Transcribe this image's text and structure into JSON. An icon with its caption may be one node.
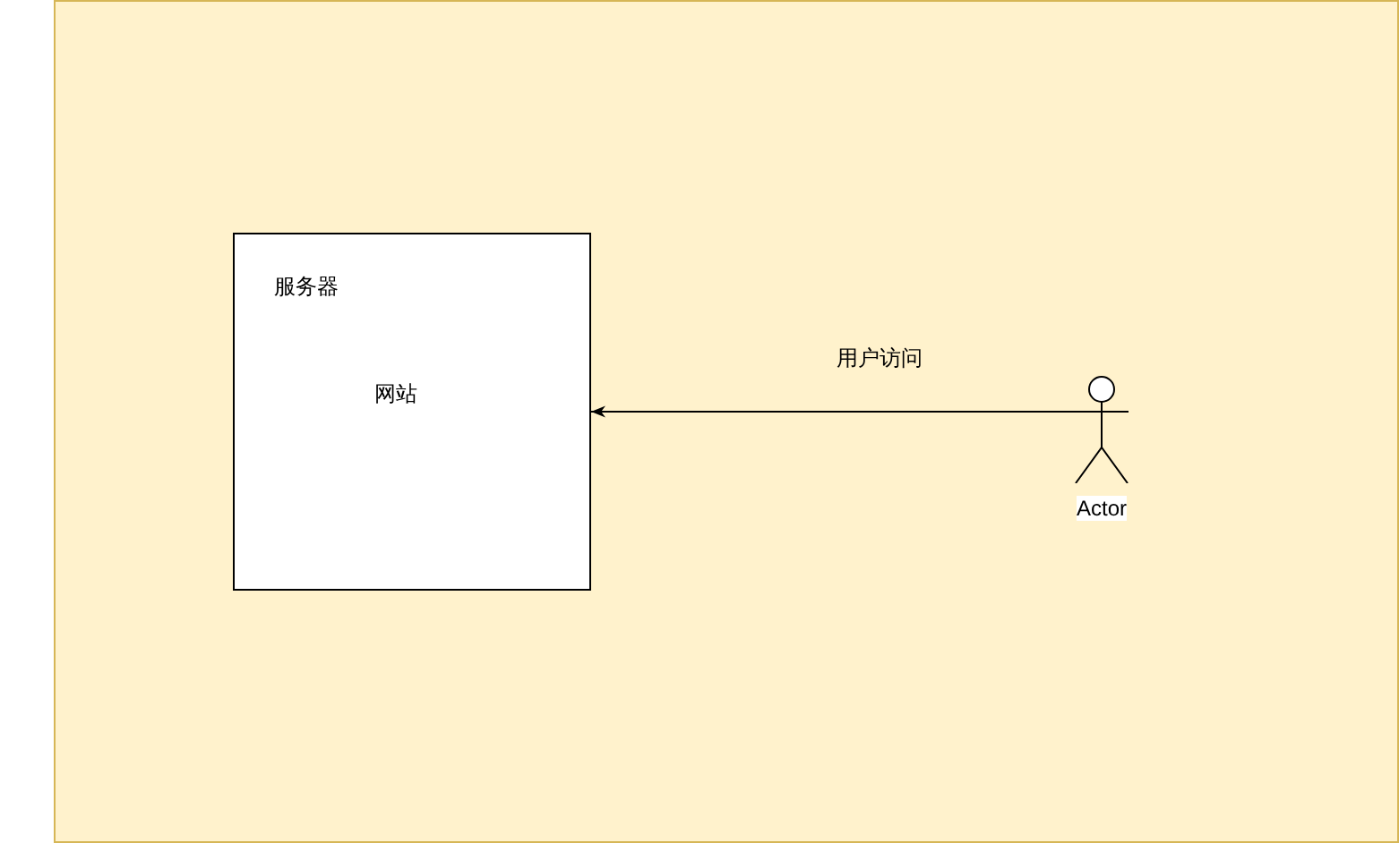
{
  "diagram": {
    "nodes": [
      {
        "text": [],
        "shape": "box"
      },
      {
        "text": [
          "服务器",
          "网站"
        ],
        "in": 0
      },
      {
        "text": [],
        "shape": "person",
        "beside": [
          "Actor"
        ],
        "in": 0
      }
    ],
    "edges": [
      {
        "from": 2,
        "to": 1,
        "arrow": "to",
        "label": "用户访问"
      }
    ]
  }
}
